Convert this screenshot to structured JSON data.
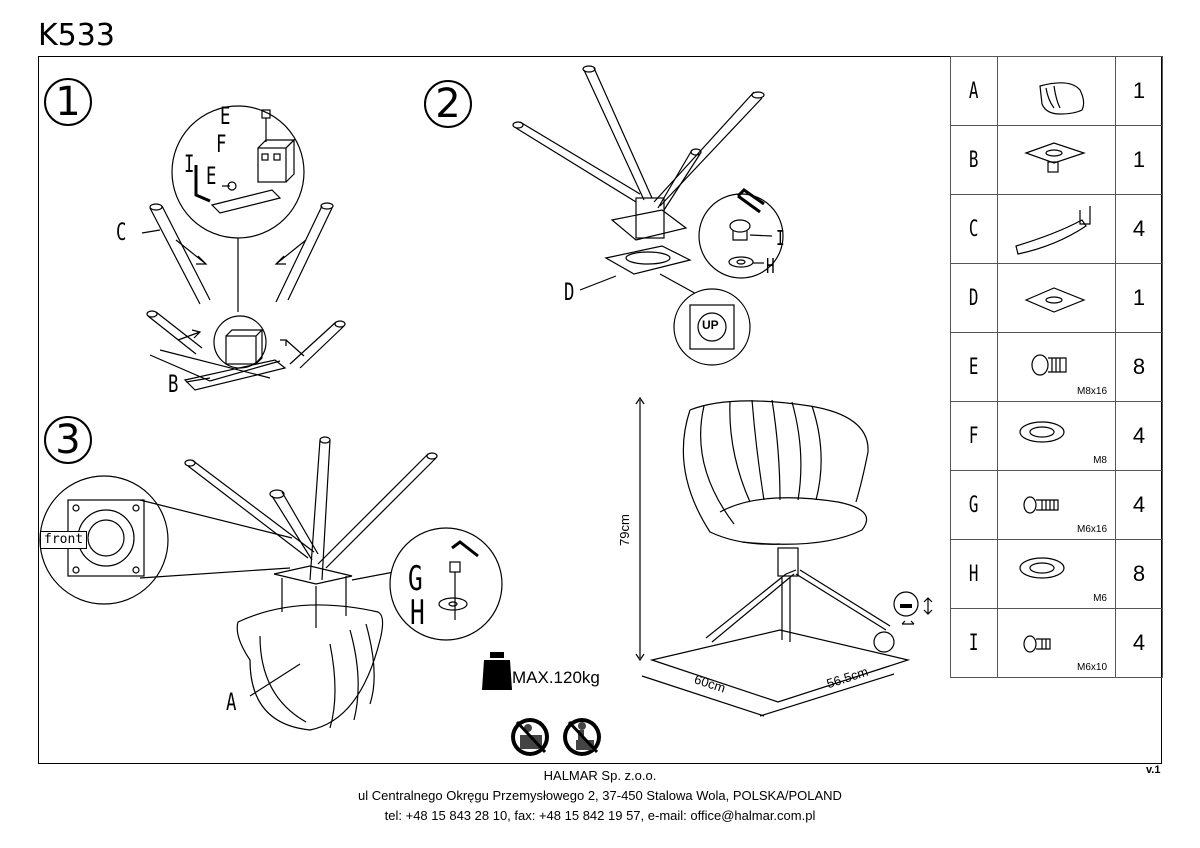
{
  "title": "K533",
  "steps": [
    "1",
    "2",
    "3"
  ],
  "step1": {
    "labels": [
      "E",
      "F",
      "I",
      "E",
      "C",
      "B"
    ]
  },
  "step2": {
    "labels": [
      "I",
      "H",
      "D"
    ],
    "up_mark": "UP"
  },
  "step3": {
    "labels": [
      "G",
      "H",
      "A"
    ],
    "front_tag": "front"
  },
  "dimensions": {
    "height": "79cm",
    "depth": "60cm",
    "width": "56.5cm"
  },
  "max_load": "MAX.120kg",
  "parts": [
    {
      "letter": "A",
      "icon": "seat-shell-icon",
      "size": "",
      "qty": "1"
    },
    {
      "letter": "B",
      "icon": "swivel-plate-icon",
      "size": "",
      "qty": "1"
    },
    {
      "letter": "C",
      "icon": "leg-icon",
      "size": "",
      "qty": "4"
    },
    {
      "letter": "D",
      "icon": "mounting-plate-icon",
      "size": "",
      "qty": "1"
    },
    {
      "letter": "E",
      "icon": "bolt-icon",
      "size": "M8x16",
      "qty": "8"
    },
    {
      "letter": "F",
      "icon": "washer-icon",
      "size": "M8",
      "qty": "4"
    },
    {
      "letter": "G",
      "icon": "bolt-icon",
      "size": "M6x16",
      "qty": "4"
    },
    {
      "letter": "H",
      "icon": "washer-icon",
      "size": "M6",
      "qty": "8"
    },
    {
      "letter": "I",
      "icon": "bolt-icon",
      "size": "M6x10",
      "qty": "4"
    }
  ],
  "version": "v.1",
  "footer": {
    "company": "HALMAR Sp. z.o.o.",
    "address": "ul Centralnego Okręgu Przemysłowego 2, 37-450 Stalowa Wola, POLSKA/POLAND",
    "contact": "tel: +48 15 843 28 10, fax: +48 15 842 19 57, e-mail: office@halmar.com.pl"
  }
}
